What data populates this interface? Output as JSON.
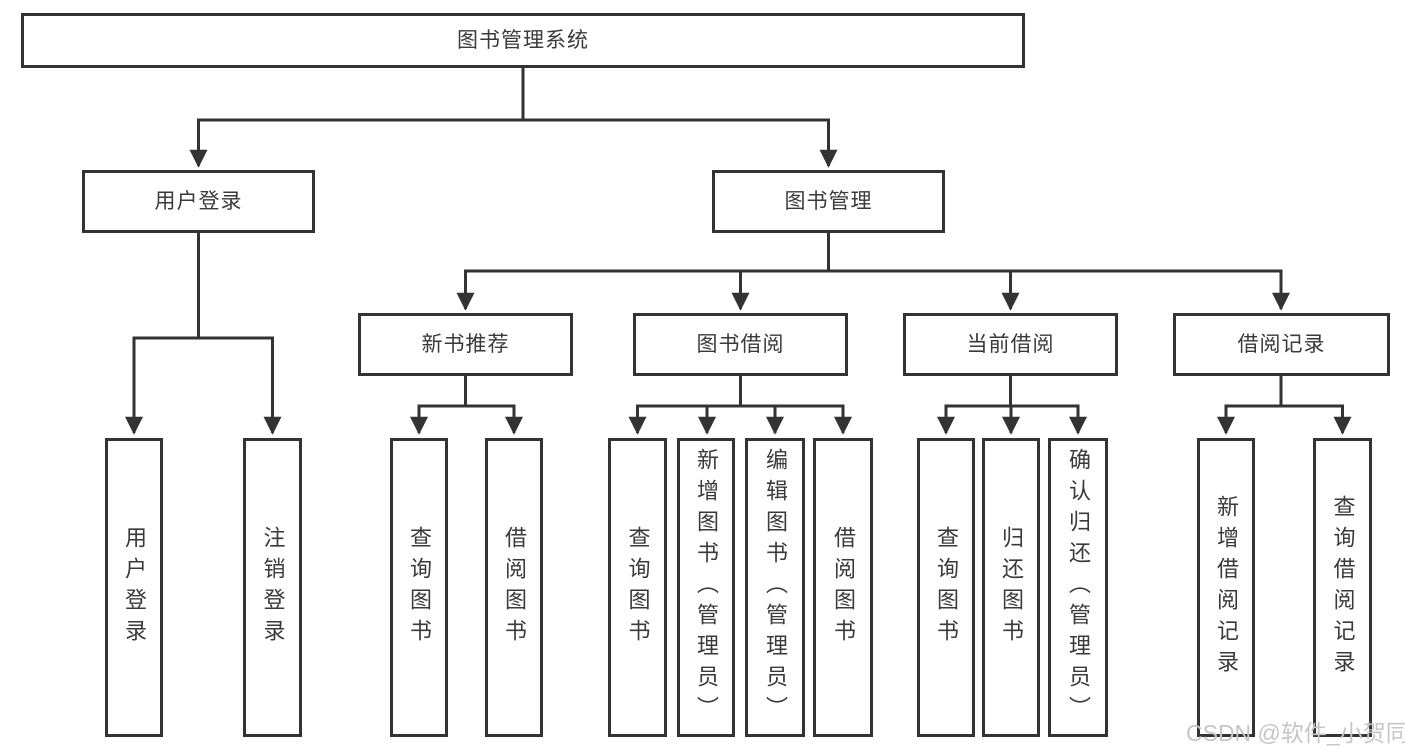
{
  "diagram": {
    "root_label": "图书管理系统",
    "level2": {
      "user_login": "用户登录",
      "book_mgmt": "图书管理"
    },
    "level3": {
      "new_book": "新书推荐",
      "borrow": "图书借阅",
      "current": "当前借阅",
      "records": "借阅记录"
    },
    "leaves": {
      "user_login": [
        "用户登录",
        "注销登录"
      ],
      "new_book": [
        "查询图书",
        "借阅图书"
      ],
      "borrow": [
        "查询图书",
        "新增图书（管理员）",
        "编辑图书（管理员）",
        "借阅图书"
      ],
      "current": [
        "查询图书",
        "归还图书",
        "确认归还（管理员）"
      ],
      "records": [
        "新增借阅记录",
        "查询借阅记录"
      ]
    }
  },
  "watermark": "CSDN @软件_小贺同学",
  "colors": {
    "line": "#333333",
    "box_border": "#333333",
    "text": "#3a3a3a",
    "watermark": "#c6c6c6",
    "background": "#ffffff"
  }
}
